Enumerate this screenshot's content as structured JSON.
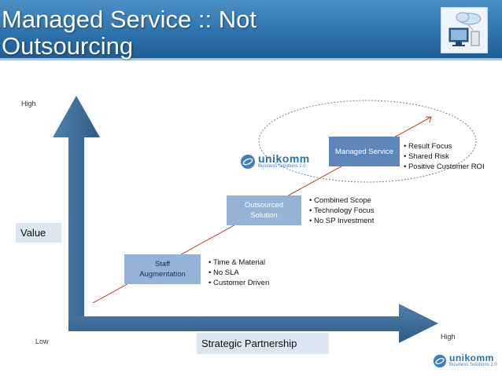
{
  "header": {
    "title_line1": "Managed Service :: Not",
    "title_line2": "Outsourcing"
  },
  "axes": {
    "y_high": "High",
    "x_low": "Low",
    "x_high": "High",
    "y_label": "Value",
    "x_label": "Strategic Partnership"
  },
  "stages": [
    {
      "label_line1": "Staff",
      "label_line2": "Augmentation",
      "bullets": [
        "Time & Material",
        "No SLA",
        "Customer Driven"
      ]
    },
    {
      "label_line1": "Outsourced",
      "label_line2": "Solution",
      "bullets": [
        "Combined Scope",
        "Technology Focus",
        "No SP Investment"
      ]
    },
    {
      "label_line1": "Managed Service",
      "label_line2": "",
      "bullets": [
        "Result Focus",
        "Shared Risk",
        "Positive Customer ROI"
      ]
    }
  ],
  "logo": {
    "name": "unikomm",
    "sub": "Business Solutions",
    "version": "2.0"
  },
  "colors": {
    "header": "#2f73ad",
    "arrow": "#3f6a91",
    "stage_light": "#95b3d7",
    "stage_dark": "#5e86b8",
    "label_box": "#dbe6f1",
    "trend_line": "#c0392b"
  }
}
